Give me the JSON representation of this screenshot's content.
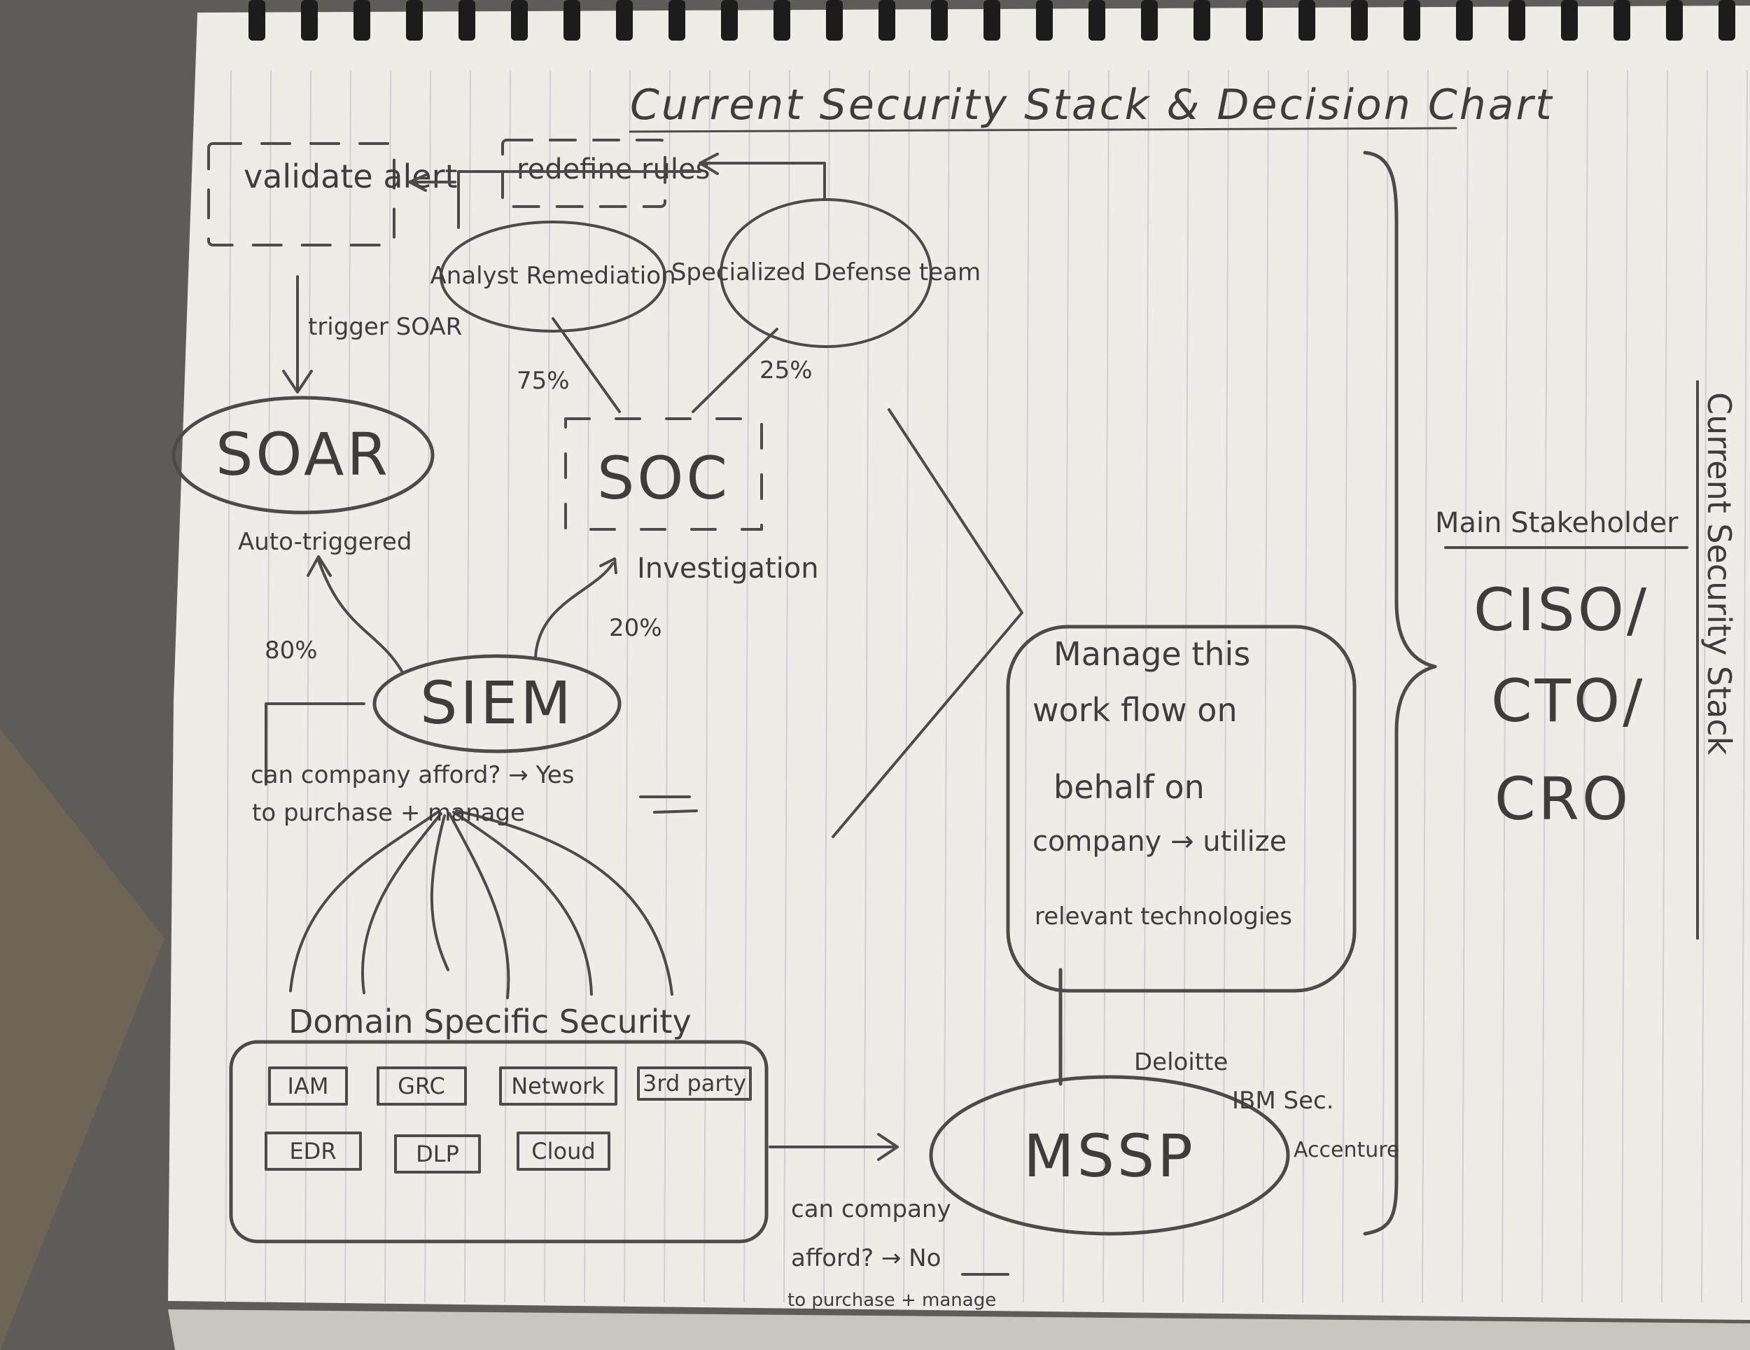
{
  "title": "Current Security Stack & Decision Chart",
  "nodes": {
    "validate_alert": "validate alert",
    "redefine_rules": "redefine rules",
    "analyst_remediation": "Analyst Remediation",
    "specialized_defense_team": "Specialized Defense team",
    "soar": "SOAR",
    "soc": "SOC",
    "siem": "SIEM",
    "mssp": "MSSP"
  },
  "edge_labels": {
    "trigger_soar": "trigger SOAR",
    "pct_75": "75%",
    "pct_25": "25%",
    "auto_triggered": "Auto-triggered",
    "pct_80": "80%",
    "investigation": "Investigation",
    "pct_20": "20%"
  },
  "decisions": {
    "afford_yes_line1": "can company afford? → Yes",
    "afford_yes_line2": "to purchase + manage",
    "afford_no_line1": "can company",
    "afford_no_line2": "afford? → No",
    "afford_no_line3": "to purchase + manage"
  },
  "domain_security": {
    "label": "Domain Specific Security",
    "tools": [
      "IAM",
      "GRC",
      "Network",
      "3rd party",
      "EDR",
      "DLP",
      "Cloud"
    ]
  },
  "managed_workflow": {
    "lines": [
      "Manage this",
      "work flow on",
      "behalf on",
      "company → utilize",
      "relevant technologies"
    ]
  },
  "mssp_vendors": [
    "Deloitte",
    "IBM Sec.",
    "Accenture"
  ],
  "stakeholders": {
    "heading": "Main Stakeholder",
    "roles": [
      "CISO/",
      "CTO/",
      "CRO"
    ]
  },
  "side_label": "Current Security Stack"
}
